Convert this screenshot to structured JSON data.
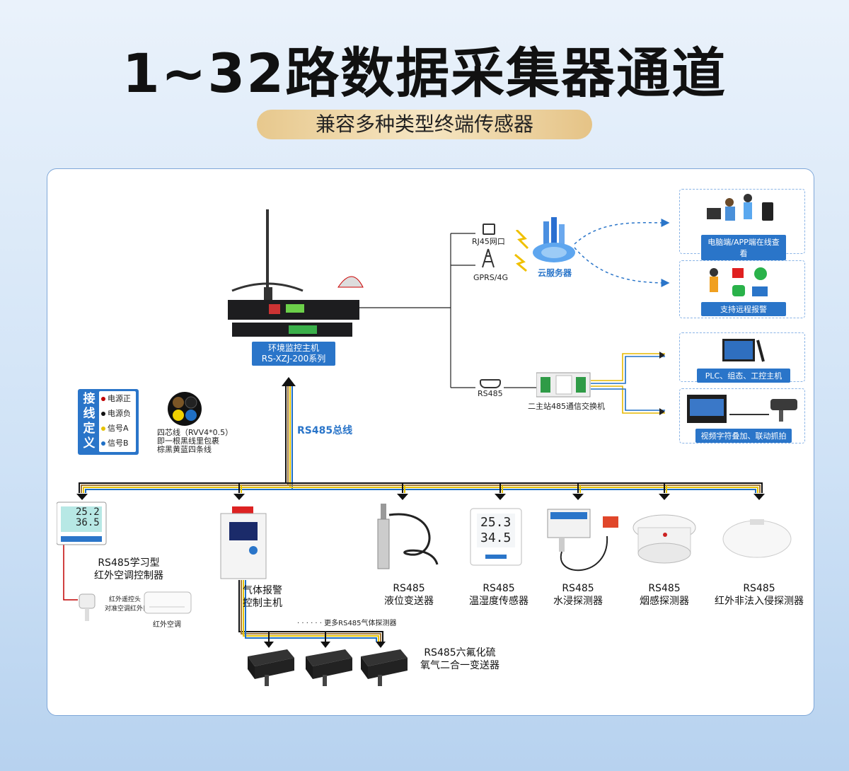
{
  "title": "1~32路数据采集器通道",
  "subtitle": "兼容多种类型终端传感器",
  "host": {
    "line1": "环境监控主机",
    "line2": "RS-XZJ-200系列"
  },
  "network": {
    "rj45": "RJ45网口",
    "gprs": "GPRS/4G",
    "rs485": "RS485",
    "cloud": "云服务器",
    "switch": "二主站485通信交换机"
  },
  "outputs": {
    "pc": "电脑端/APP端在线查看",
    "alarm": "支持远程报警",
    "plc": "PLC、组态、工控主机",
    "video": "视频字符叠加、联动抓拍"
  },
  "bus": "RS485总线",
  "legend": {
    "title": "接线定义",
    "items": [
      {
        "label": "电源正",
        "color": "#c00000"
      },
      {
        "label": "电源负",
        "color": "#111111"
      },
      {
        "label": "信号A",
        "color": "#e6c200"
      },
      {
        "label": "信号B",
        "color": "#1f6fc5"
      }
    ]
  },
  "cable": {
    "l1": "四芯线（RVV4*0.5）",
    "l2": "即一根黑线里包裹",
    "l3": "棕黑黄蓝四条线"
  },
  "devices": {
    "ac": {
      "l1": "RS485学习型",
      "l2": "红外空调控制器"
    },
    "gas": {
      "l1": "气体报警",
      "l2": "控制主机"
    },
    "level": {
      "l1": "RS485",
      "l2": "液位变送器"
    },
    "th": {
      "l1": "RS485",
      "l2": "温湿度传感器"
    },
    "water": {
      "l1": "RS485",
      "l2": "水浸探测器"
    },
    "smoke": {
      "l1": "RS485",
      "l2": "烟感探测器"
    },
    "ir": {
      "l1": "RS485",
      "l2": "红外非法入侵探测器"
    }
  },
  "ac_detail": {
    "head": "红外遥控头",
    "mouth": "对准空调红外口",
    "aircon": "红外空调"
  },
  "gas_more": "· · · · · · 更多RS485气体探测器",
  "sf6": {
    "l1": "RS485六氟化硫",
    "l2": "氧气二合一变送器"
  },
  "display": {
    "temp": "25.2",
    "hum": "36.5",
    "th_temp": "25.3",
    "th_hum": "34.5"
  }
}
